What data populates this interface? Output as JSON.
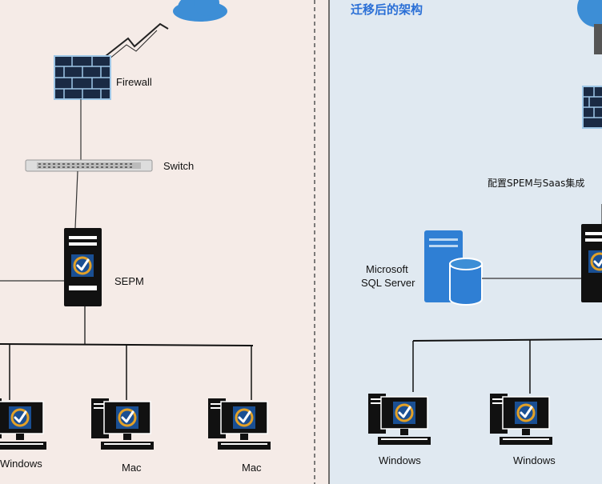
{
  "left": {
    "firewall_label": "Firewall",
    "switch_label": "Switch",
    "sepm_label": "SEPM",
    "clients": [
      "Windows",
      "Mac",
      "Mac"
    ]
  },
  "right": {
    "title": "迁移后的架构",
    "config_label": "配置SPEM与Saas集成",
    "sql_label_line1": "Microsoft",
    "sql_label_line2": "SQL Server",
    "clients": [
      "Windows",
      "Windows"
    ]
  },
  "colors": {
    "left_bg": "#f5ebe7",
    "right_bg": "#e0e9f1",
    "title": "#2a6fd6",
    "cloud": "#3d8ed6",
    "sql_blue": "#2f7fd4",
    "shield_gold": "#e3a127",
    "shield_blue": "#1a4f93"
  }
}
